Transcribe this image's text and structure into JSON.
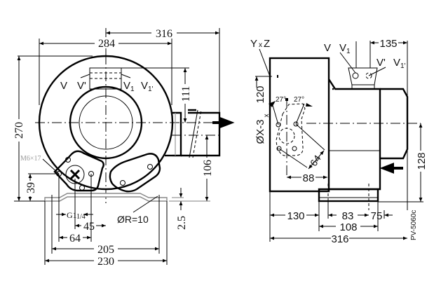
{
  "drawing_id": "PV-5060c",
  "front_view": {
    "dims": {
      "overall_width_to_outlet": "316",
      "housing_width": "284",
      "height": "270",
      "port_to_center": "111",
      "outlet_height": "106",
      "foot_hole_height": "39",
      "base_thickness": "2.5",
      "port_size": "G1",
      "port_size_sub": "1/4",
      "port_offset": "45",
      "hole_spacing": "64",
      "mount_hole_span": "205",
      "base_width": "230",
      "bend_radius": "ØR=10",
      "mount_screw": "M6×17"
    },
    "port_labels": [
      "V",
      "V'",
      "V",
      "V"
    ],
    "port_label_subs": [
      "1",
      "1'"
    ]
  },
  "side_view": {
    "dims": {
      "axes_label": "Y",
      "axes_label_x": "x",
      "axes_label_z": "Z",
      "upper_offset": "120",
      "hole_label": "ØX-3",
      "hole_label_x": "x",
      "angle_left": "27°",
      "angle_right": "27°",
      "diag_dim": "64",
      "flange_dim": "88",
      "top_span": "135",
      "center_height": "128",
      "section_a": "130",
      "section_b": "83",
      "section_c": "75",
      "section_bc": "108",
      "overall_length": "316"
    },
    "port_labels": [
      "V",
      "V",
      "V'",
      "V"
    ],
    "port_label_subs": [
      "1",
      "1'"
    ]
  },
  "colors": {
    "line": "#000000",
    "grey": "#999999"
  }
}
